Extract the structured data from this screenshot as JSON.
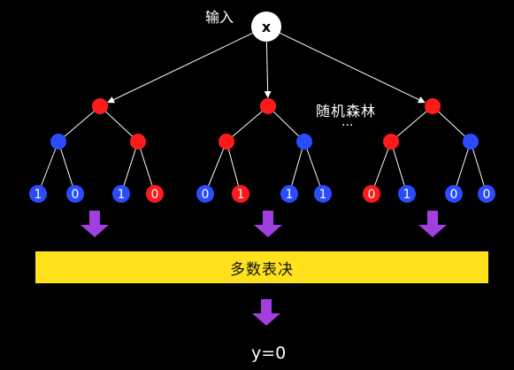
{
  "input": {
    "node_label": "x",
    "caption": "输入"
  },
  "forest": {
    "label": "随机森林",
    "ellipsis": "...",
    "trees": [
      {
        "leaves": [
          "1",
          "0",
          "1",
          "0"
        ]
      },
      {
        "leaves": [
          "0",
          "1",
          "1",
          "1"
        ]
      },
      {
        "leaves": [
          "0",
          "1",
          "0",
          "0"
        ]
      }
    ]
  },
  "vote": {
    "label": "多数表决"
  },
  "output": {
    "label": "y=0"
  },
  "colors": {
    "background": "#000000",
    "red": "#ff1a1a",
    "blue": "#2b4bff",
    "bar": "#ffe21c",
    "arrow": "#a33ee0",
    "line": "#ffffff"
  }
}
